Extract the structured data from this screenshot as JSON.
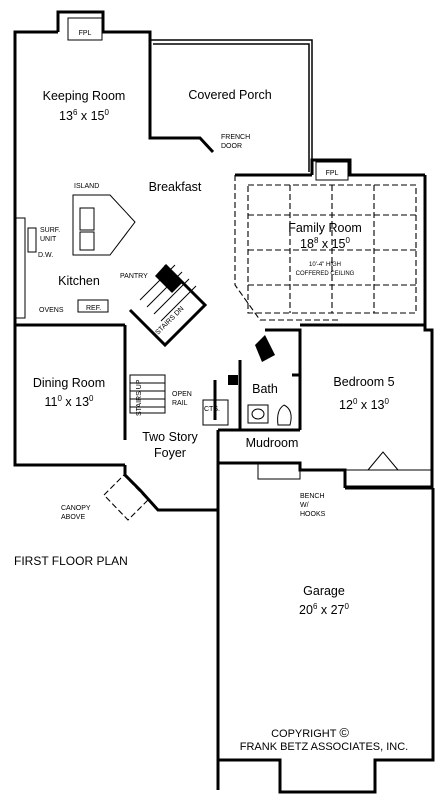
{
  "plan": {
    "title": "FIRST FLOOR PLAN",
    "copyright_line1": "COPYRIGHT",
    "copyright_symbol": "©",
    "copyright_line2": "FRANK BETZ ASSOCIATES, INC."
  },
  "rooms": {
    "keeping": {
      "name": "Keeping Room",
      "w": "13",
      "w_sup": "6",
      "h": "15",
      "h_sup": "0"
    },
    "porch": {
      "name": "Covered Porch"
    },
    "breakfast": {
      "name": "Breakfast"
    },
    "family": {
      "name": "Family Room",
      "w": "18",
      "w_sup": "8",
      "h": "15",
      "h_sup": "0",
      "note1": "10'-4\" HIGH",
      "note2": "COFFERED CEILING"
    },
    "kitchen": {
      "name": "Kitchen"
    },
    "dining": {
      "name": "Dining Room",
      "w": "11",
      "w_sup": "0",
      "h": "13",
      "h_sup": "0"
    },
    "bath": {
      "name": "Bath"
    },
    "bedroom": {
      "name": "Bedroom 5",
      "w": "12",
      "w_sup": "0",
      "h": "13",
      "h_sup": "0"
    },
    "foyer": {
      "name1": "Two Story",
      "name2": "Foyer"
    },
    "mudroom": {
      "name": "Mudroom"
    },
    "garage": {
      "name": "Garage",
      "w": "20",
      "w_sup": "6",
      "h": "27",
      "h_sup": "0"
    }
  },
  "labels": {
    "fpl": "FPL",
    "french1": "FRENCH",
    "french2": "DOOR",
    "island": "ISLAND",
    "surf1": "SURF.",
    "surf2": "UNIT",
    "dw": "D.W.",
    "pantry": "PANTRY",
    "ovens": "OVENS",
    "ref": "REF.",
    "stairs_dn": "STAIRS DN",
    "stairs_up": "STAIRS UP",
    "open1": "OPEN",
    "open2": "RAIL",
    "cts": "CTS.",
    "canopy1": "CANOPY",
    "canopy2": "ABOVE",
    "bench1": "BENCH",
    "bench2": "W/",
    "bench3": "HOOKS"
  }
}
